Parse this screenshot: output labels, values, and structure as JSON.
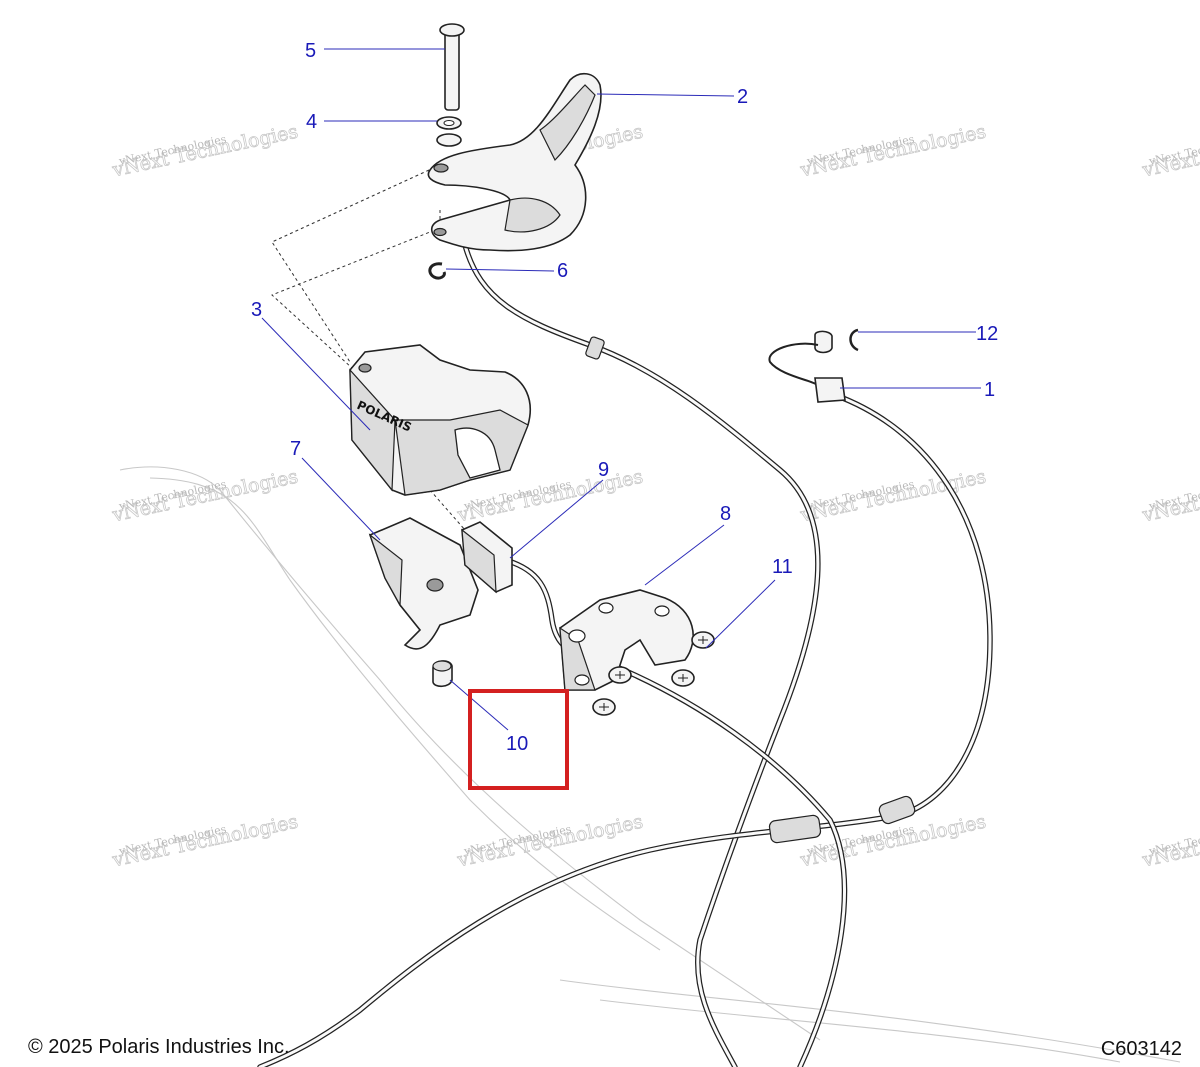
{
  "callouts": [
    {
      "id": "1",
      "label": "1"
    },
    {
      "id": "2",
      "label": "2"
    },
    {
      "id": "3",
      "label": "3"
    },
    {
      "id": "4",
      "label": "4"
    },
    {
      "id": "5",
      "label": "5"
    },
    {
      "id": "6",
      "label": "6"
    },
    {
      "id": "7",
      "label": "7"
    },
    {
      "id": "8",
      "label": "8"
    },
    {
      "id": "9",
      "label": "9"
    },
    {
      "id": "10",
      "label": "10"
    },
    {
      "id": "11",
      "label": "11"
    },
    {
      "id": "12",
      "label": "12"
    }
  ],
  "highlighted_callout": "10",
  "highlight_color": "#d42020",
  "callout_color": "#1a1ab8",
  "part_logo_text": "POLARIS",
  "watermark": {
    "line1": "vNext Technologies",
    "line2": "vNext Technologies"
  },
  "footer": {
    "copyright": "© 2025 Polaris Industries Inc.",
    "diagram_id": "C603142"
  }
}
